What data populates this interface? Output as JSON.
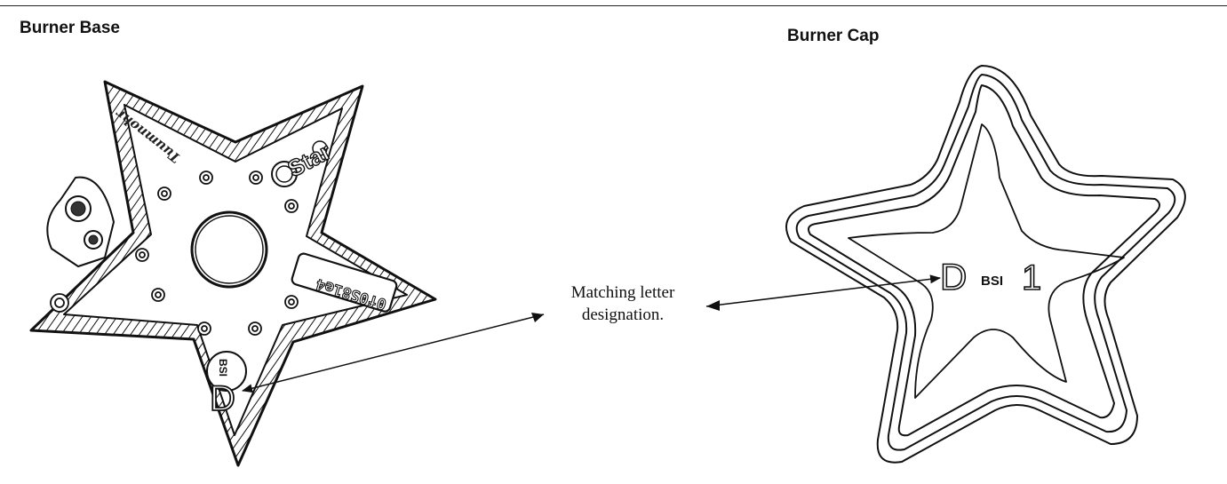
{
  "headings": {
    "left": "Burner Base",
    "right": "Burner Cap"
  },
  "callout": {
    "line1": "Matching letter",
    "line2": "designation."
  },
  "base_marks": {
    "brand_script": "Tuumnohr",
    "star_logo": "Star",
    "part_number": "0f0S81e4",
    "letter": "D",
    "small_code": "BSI"
  },
  "cap_marks": {
    "letter": "D",
    "code": "BSI",
    "number": "1"
  },
  "colors": {
    "line": "#111111",
    "background": "#ffffff"
  }
}
